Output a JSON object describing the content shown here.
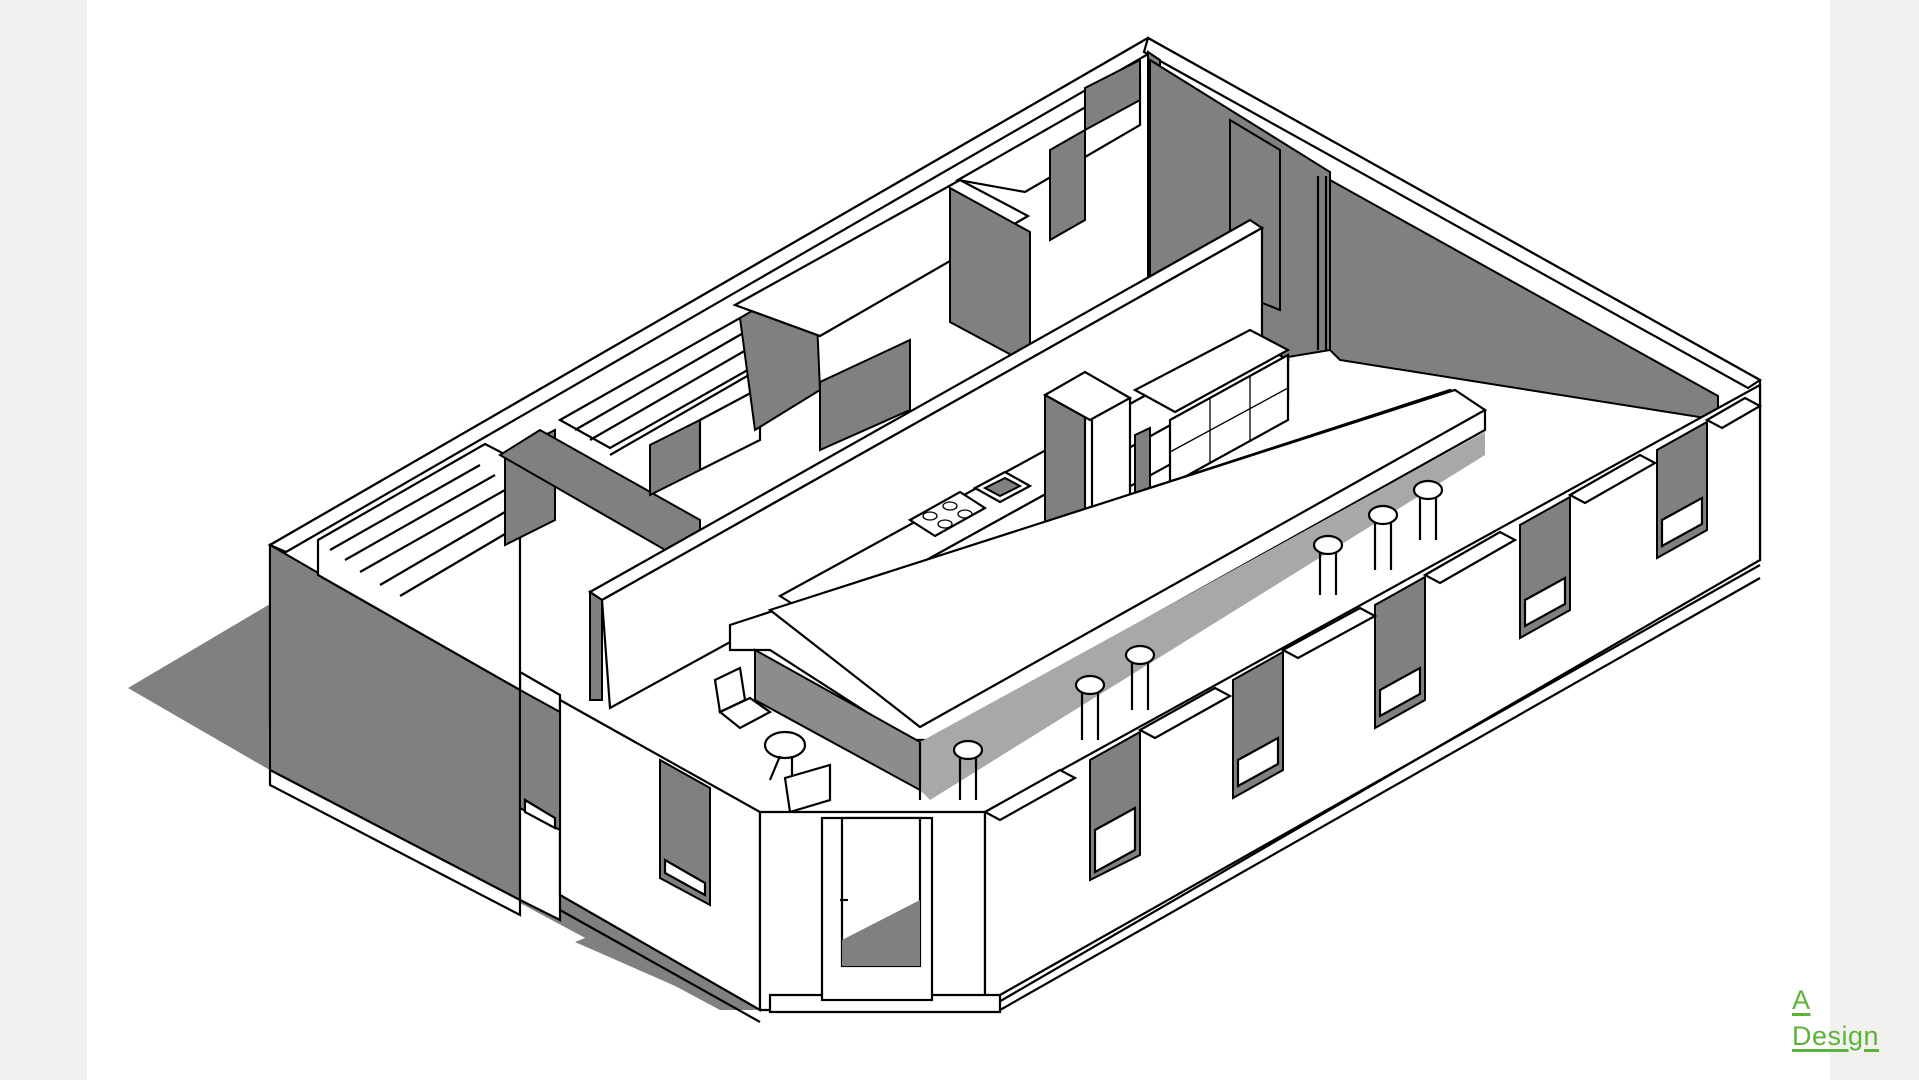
{
  "page": {
    "background_margin_color": "#f1f1ef",
    "page_color": "#ffffff"
  },
  "drawing": {
    "type": "isometric 3D architectural view",
    "description": "Cafe / kitchen floor plan in isometric projection with bar counter, stools, kitchen cabinets, refrigerator, stove, sink, storage rooms with shelving, entry door and windows",
    "shadow_color": "#808080",
    "line_color": "#000000",
    "components": [
      "exterior-walls",
      "storage-rooms-with-shelving",
      "partition-wall",
      "kitchen-counter-with-stove-and-sink",
      "refrigerator",
      "upper-cabinets",
      "bar-counter",
      "bar-stools",
      "cafe-chair-and-table",
      "entry-door",
      "windows"
    ]
  },
  "logo": {
    "line1": "A",
    "line2": "Design",
    "color": "#5db33a"
  }
}
